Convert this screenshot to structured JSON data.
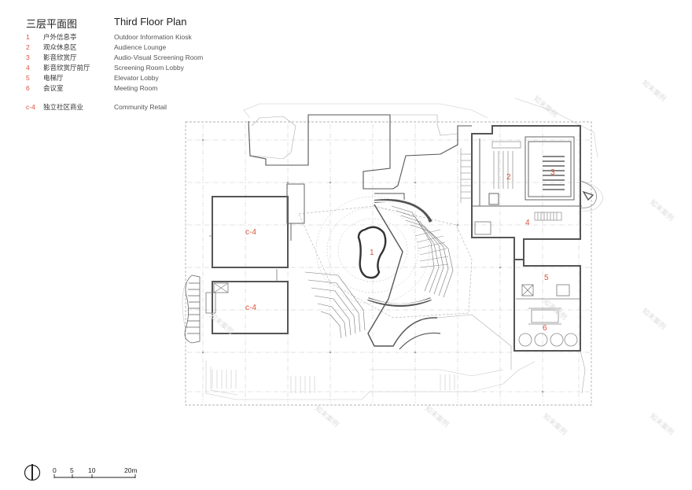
{
  "header": {
    "title_cn": "三层平面图",
    "title_en": "Third Floor Plan"
  },
  "legend": [
    {
      "num": "1",
      "cn": "户外信息亭",
      "en": "Outdoor Information Kiosk"
    },
    {
      "num": "2",
      "cn": "观众休息区",
      "en": "Audience Lounge"
    },
    {
      "num": "3",
      "cn": "影音欣赏厅",
      "en": "Audio-Visual Screening Room"
    },
    {
      "num": "4",
      "cn": "影音欣赏厅前厅",
      "en": "Screening Room Lobby"
    },
    {
      "num": "5",
      "cn": "电梯厅",
      "en": "Elevator Lobby"
    },
    {
      "num": "6",
      "cn": "会议室",
      "en": "Meeting Room"
    }
  ],
  "legend_extra": {
    "num": "c-4",
    "cn": "独立社区商业",
    "en": "Community Retail"
  },
  "plan_labels": {
    "c4_top": "c-4",
    "c4_bottom": "c-4",
    "r1": "1",
    "r2": "2",
    "r3": "3",
    "r4": "4",
    "r5": "5",
    "r6": "6"
  },
  "scale": {
    "t0": "0",
    "t5": "5",
    "t10": "10",
    "t20": "20m"
  },
  "watermark": "知末案例",
  "colors": {
    "accent": "#d9533a",
    "wall": "#555555",
    "grid": "#bdbdbd"
  }
}
